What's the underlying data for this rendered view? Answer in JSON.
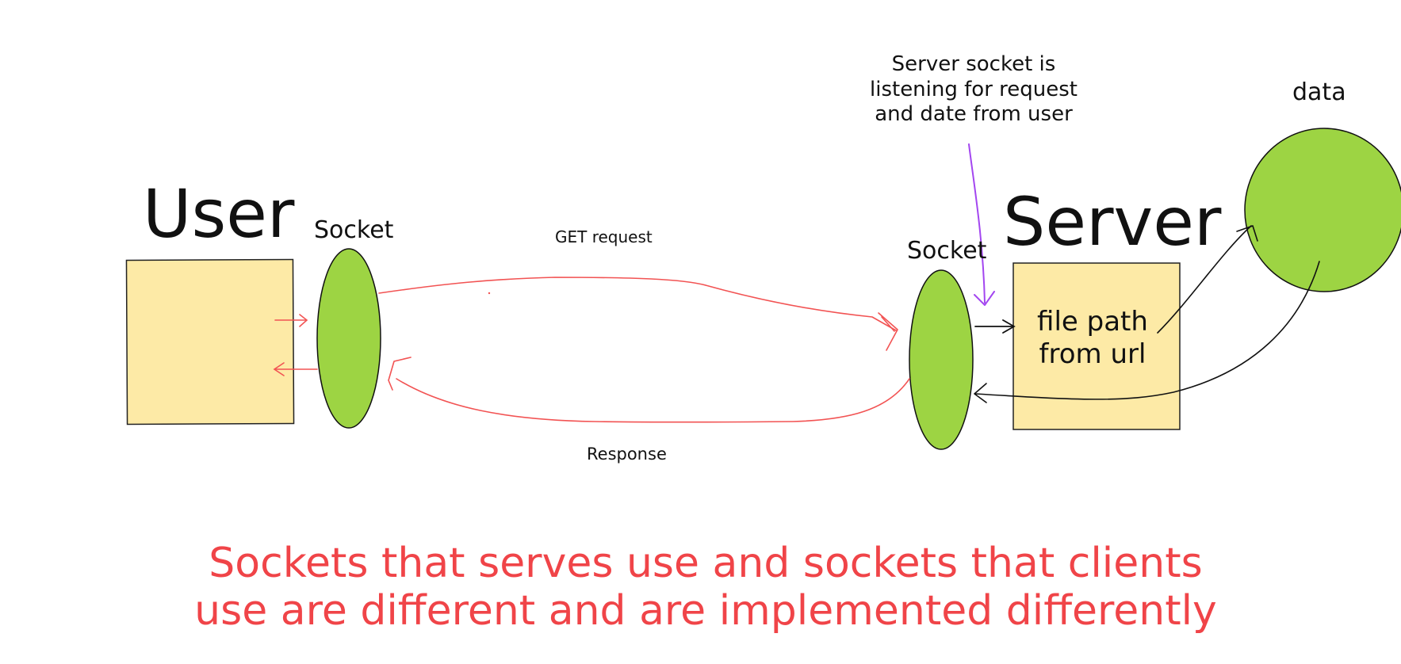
{
  "labels": {
    "user": "User",
    "server": "Server",
    "socket_left": "Socket",
    "socket_right": "Socket",
    "get_request": "GET request",
    "response": "Response",
    "data": "data"
  },
  "note": {
    "line1": "Server socket is",
    "line2": "listening for request",
    "line3": "and date from user"
  },
  "server_box": {
    "line1": "file path",
    "line2": "from url"
  },
  "caption": {
    "line1": "Sockets that serves use and sockets that clients",
    "line2": "use are different and are implemented differently"
  },
  "colors": {
    "box_fill": "#fdeaa6",
    "ellipse_fill": "#9dd443",
    "arrow_red": "#f25353",
    "arrow_purple": "#a346f0",
    "caption_red": "#f04448"
  }
}
